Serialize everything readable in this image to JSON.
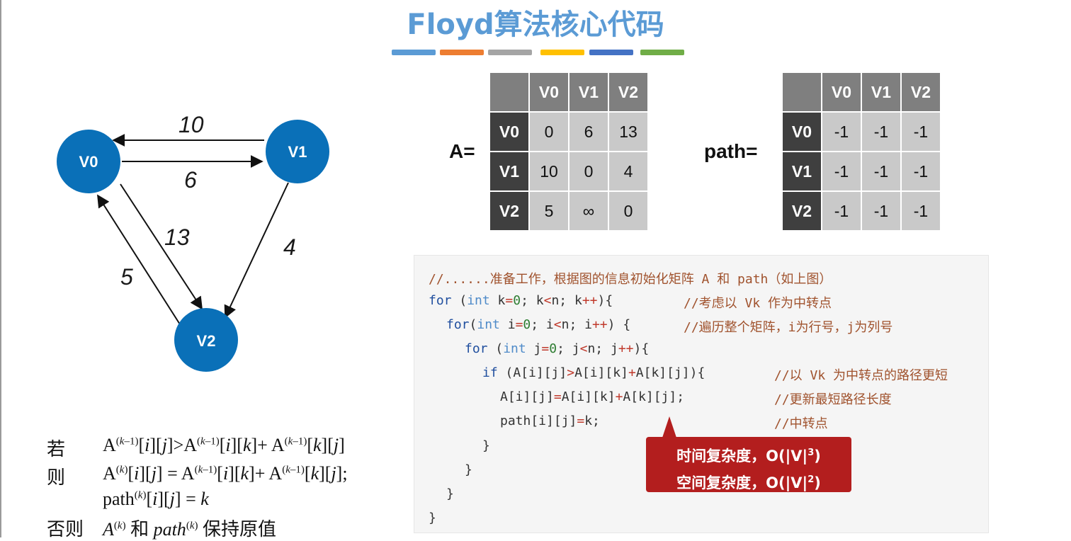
{
  "title": "Floyd算法核心代码",
  "title_bar_colors": [
    "#5b9bd5",
    "#ed7d31",
    "#a5a5a5",
    "#ffc000",
    "#4472c4",
    "#70ad47"
  ],
  "graph": {
    "node_color": "#0a70b8",
    "nodes": [
      "V0",
      "V1",
      "V2"
    ],
    "edge_labels": [
      "10",
      "6",
      "13",
      "4",
      "5"
    ]
  },
  "matrix_a": {
    "label": "A=",
    "cols": [
      "V0",
      "V1",
      "V2"
    ],
    "rows": [
      {
        "head": "V0",
        "cells": [
          "0",
          "6",
          "13"
        ]
      },
      {
        "head": "V1",
        "cells": [
          "10",
          "0",
          "4"
        ]
      },
      {
        "head": "V2",
        "cells": [
          "5",
          "∞",
          "0"
        ]
      }
    ]
  },
  "matrix_path": {
    "label": "path=",
    "cols": [
      "V0",
      "V1",
      "V2"
    ],
    "rows": [
      {
        "head": "V0",
        "cells": [
          "-1",
          "-1",
          "-1"
        ]
      },
      {
        "head": "V1",
        "cells": [
          "-1",
          "-1",
          "-1"
        ]
      },
      {
        "head": "V2",
        "cells": [
          "-1",
          "-1",
          "-1"
        ]
      }
    ]
  },
  "code": {
    "l0_comment": "//......准备工作，根据图的信息初始化矩阵 A 和 path（如上图）",
    "l1_comment": "//考虑以 Vk 作为中转点",
    "l2_comment": "//遍历整个矩阵，i为行号，j为列号",
    "l4_comment": "//以 Vk 为中转点的路径更短",
    "l5_comment": "//更新最短路径长度",
    "l6_comment": "//中转点"
  },
  "callout": {
    "time_prefix": "时间复杂度，O(|V|",
    "time_exp": "3",
    "space_prefix": "空间复杂度，O(|V|",
    "space_exp": "2",
    "suffix": ")"
  },
  "formula": {
    "if_label": "若",
    "then_label": "则",
    "else_label": "否则",
    "he": "和",
    "keep": "保持原值"
  }
}
